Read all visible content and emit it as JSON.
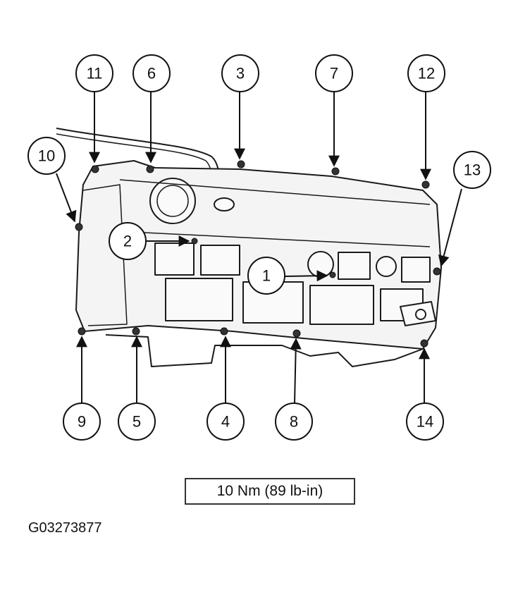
{
  "callouts": [
    "1",
    "2",
    "3",
    "4",
    "5",
    "6",
    "7",
    "8",
    "9",
    "10",
    "11",
    "12",
    "13",
    "14"
  ],
  "torque_spec": "10 Nm (89 lb-in)",
  "figure_id": "G03273877"
}
